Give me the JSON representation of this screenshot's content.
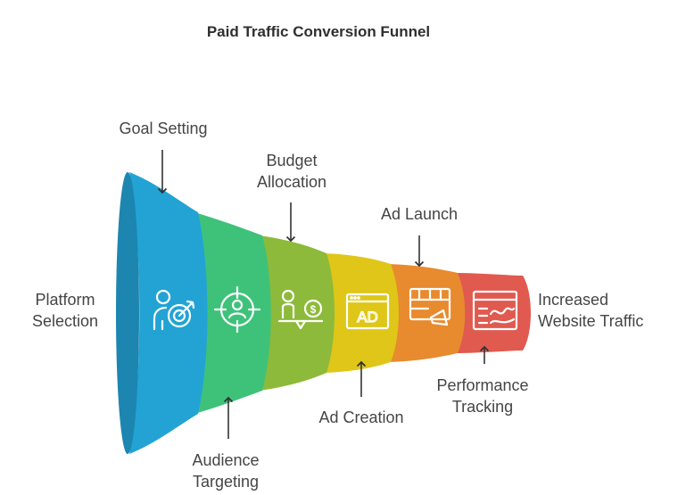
{
  "title": "Paid Traffic Conversion Funnel",
  "labels": {
    "platform_selection": [
      "Platform",
      "Selection"
    ],
    "goal_setting": [
      "Goal Setting"
    ],
    "audience_targeting": [
      "Audience",
      "Targeting"
    ],
    "budget_allocation": [
      "Budget",
      "Allocation"
    ],
    "ad_creation": [
      "Ad Creation"
    ],
    "ad_launch": [
      "Ad Launch"
    ],
    "performance_tracking": [
      "Performance",
      "Tracking"
    ],
    "increased_website_traffic": [
      "Increased",
      "Website Traffic"
    ]
  },
  "stages": [
    {
      "name": "Goal Setting",
      "color": "#22a3d4",
      "icon": "goal-setting-icon"
    },
    {
      "name": "Audience Targeting",
      "color": "#3ec27a",
      "icon": "audience-target-icon"
    },
    {
      "name": "Budget Allocation",
      "color": "#8dba3a",
      "icon": "budget-balance-icon"
    },
    {
      "name": "Ad Creation",
      "color": "#dfc618",
      "icon": "ad-window-icon"
    },
    {
      "name": "Ad Launch",
      "color": "#e88a2e",
      "icon": "ad-launch-megaphone-icon"
    },
    {
      "name": "Performance Tracking",
      "color": "#e05a4f",
      "icon": "performance-chart-icon"
    }
  ],
  "icon_text": {
    "ad_label": "AD",
    "dollar": "$"
  }
}
